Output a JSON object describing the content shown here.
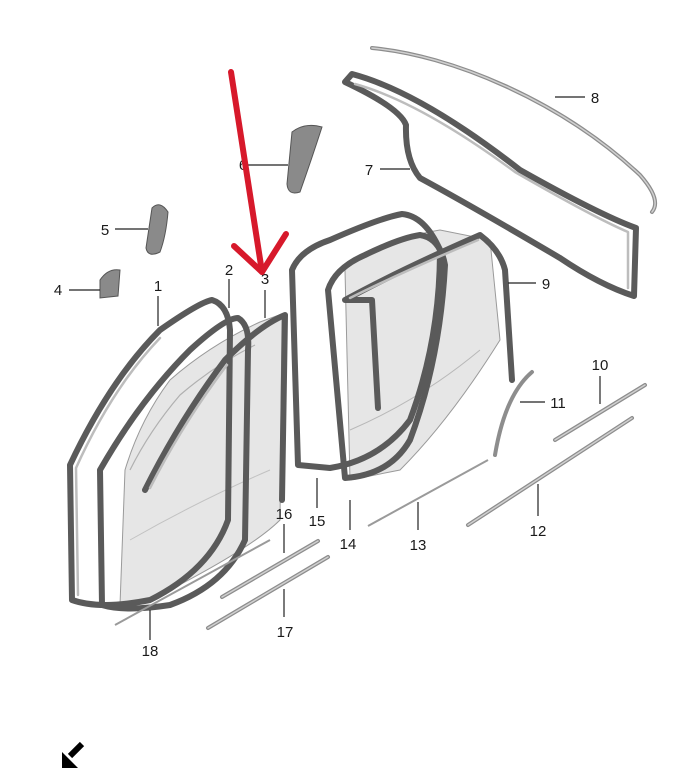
{
  "diagram": {
    "callouts": [
      "1",
      "2",
      "3",
      "4",
      "5",
      "6",
      "7",
      "8",
      "9",
      "10",
      "11",
      "12",
      "13",
      "14",
      "15",
      "16",
      "17",
      "18"
    ]
  },
  "colors": {
    "highlight_arrow": "#d7192b",
    "seal_dark": "#5a5a5a",
    "panel": "#e6e6e6"
  },
  "icons": {
    "corner_arrow": "arrow-down-left-icon"
  }
}
